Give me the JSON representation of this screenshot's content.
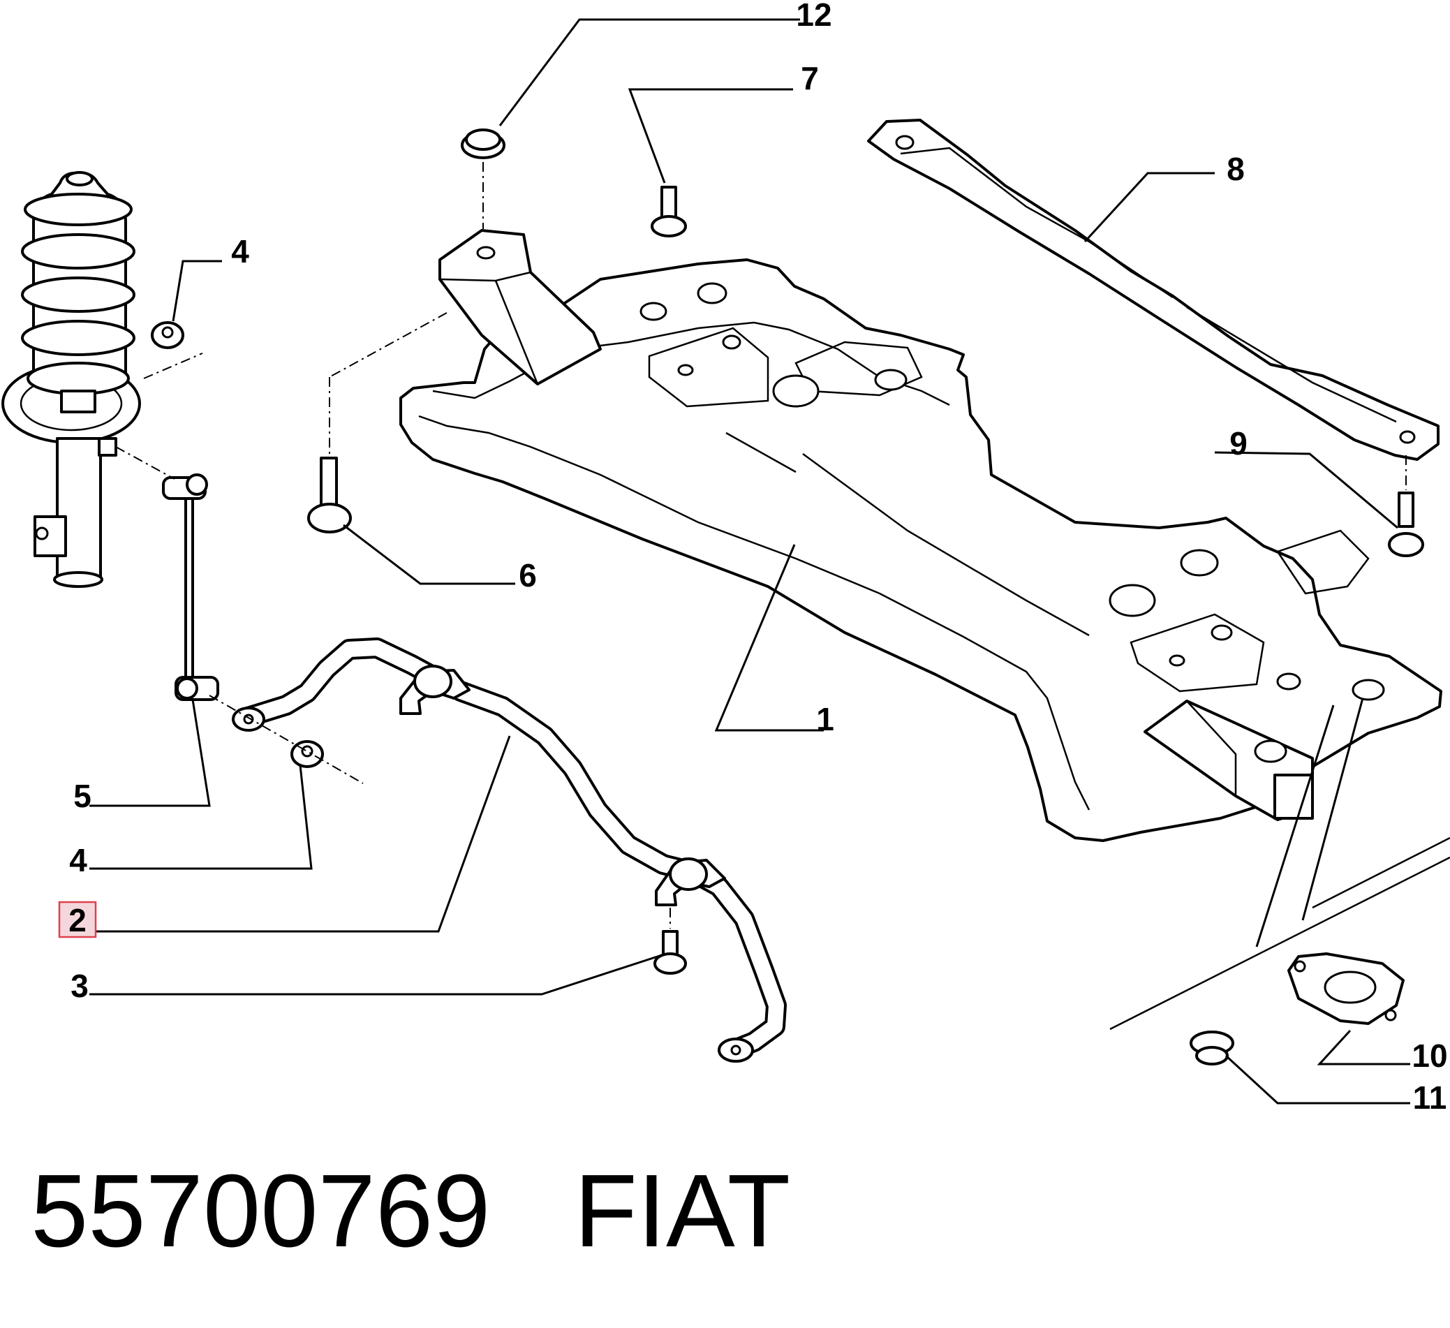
{
  "callouts": [
    {
      "id": "c1",
      "label": "1"
    },
    {
      "id": "c2",
      "label": "2",
      "highlighted": true
    },
    {
      "id": "c3",
      "label": "3"
    },
    {
      "id": "c4a",
      "label": "4"
    },
    {
      "id": "c4b",
      "label": "4"
    },
    {
      "id": "c5",
      "label": "5"
    },
    {
      "id": "c6",
      "label": "6"
    },
    {
      "id": "c7",
      "label": "7"
    },
    {
      "id": "c8",
      "label": "8"
    },
    {
      "id": "c9",
      "label": "9"
    },
    {
      "id": "c10",
      "label": "10"
    },
    {
      "id": "c11",
      "label": "11"
    },
    {
      "id": "c12",
      "label": "12"
    }
  ],
  "caption": {
    "part_number": "55700769",
    "brand": "FIAT"
  },
  "colors": {
    "line": "#000000",
    "background": "#ffffff",
    "highlight_fill": "#f4d7dc",
    "highlight_stroke": "#e0404f"
  }
}
